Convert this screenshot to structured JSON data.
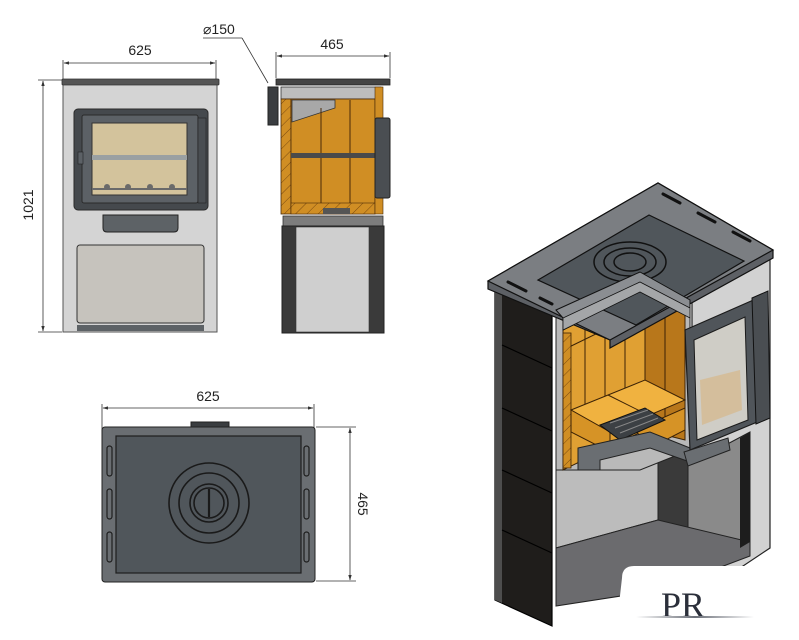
{
  "diagram": {
    "subject": "wood-burning cook stove technical drawing",
    "views": {
      "front": {
        "label": "front-view",
        "width_label": "625",
        "height_label": "1021"
      },
      "side": {
        "label": "side-section-view",
        "depth_label": "465",
        "flue_label": "⌀150"
      },
      "top": {
        "label": "top-view",
        "width_label": "625",
        "depth_label": "465"
      },
      "isometric": {
        "label": "isometric-cutaway-view"
      }
    },
    "logo": {
      "text": "PR"
    },
    "colors": {
      "steel_light": "#cfcfcf",
      "steel_dark": "#3e4246",
      "cast_iron": "#555a5f",
      "firebrick": "#d89a2c",
      "firebrick_dark": "#b97a18",
      "glass": "#d8ccae",
      "side_panel": "#1e1e1e"
    }
  }
}
